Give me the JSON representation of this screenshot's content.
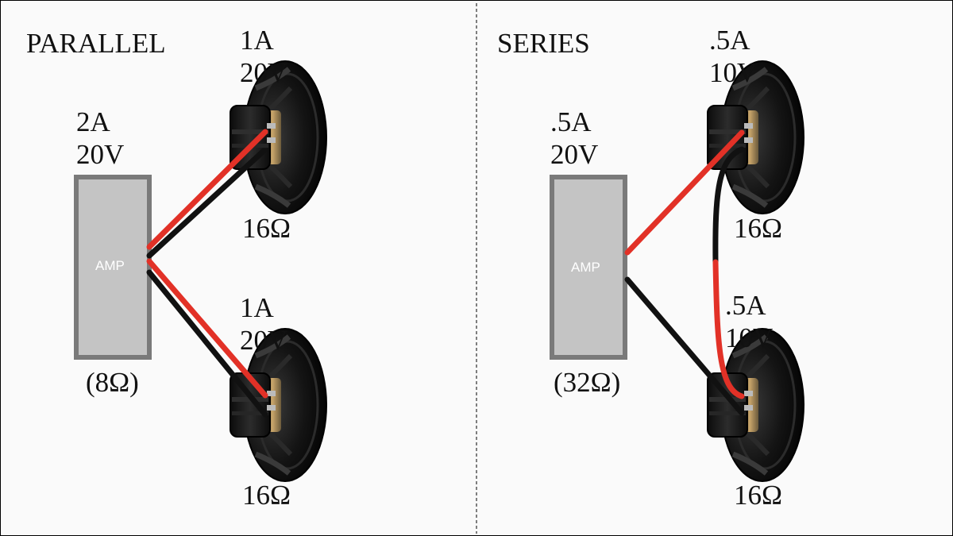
{
  "panels": [
    {
      "title": "PARALLEL",
      "amp": {
        "label": "AMP",
        "current": "2A",
        "voltage": "20V",
        "impedance": "(8Ω)"
      },
      "speakers": [
        {
          "current": "1A",
          "voltage": "20V",
          "impedance": "16Ω"
        },
        {
          "current": "1A",
          "voltage": "20V",
          "impedance": "16Ω"
        }
      ]
    },
    {
      "title": "SERIES",
      "amp": {
        "label": "AMP",
        "current": ".5A",
        "voltage": "20V",
        "impedance": "(32Ω)"
      },
      "speakers": [
        {
          "current": ".5A",
          "voltage": "10V",
          "impedance": "16Ω"
        },
        {
          "current": ".5A",
          "voltage": "10V",
          "impedance": "16Ω"
        }
      ]
    }
  ],
  "colors": {
    "background": "#fafafa",
    "amp_fill": "#c4c4c4",
    "amp_border": "#7a7a7a",
    "wire_positive": "#e23127",
    "wire_negative": "#111111",
    "divider": "#555555"
  }
}
